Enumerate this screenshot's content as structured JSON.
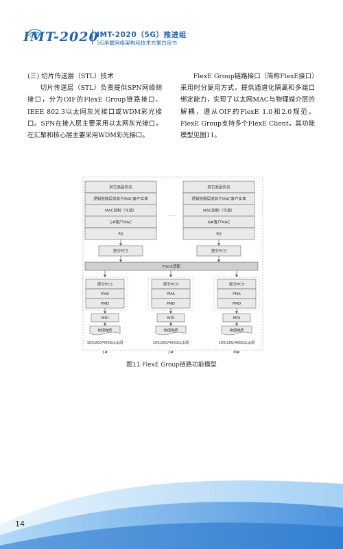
{
  "header": {
    "logo_text": "IMT-2020",
    "title": "IMT-2020（5G）推进组",
    "subtitle": "5G承载网络架构和技术方案白皮书"
  },
  "content": {
    "left_heading": "(三) 切片传送层（STL）技术",
    "left_paragraph": "切片传送层（STL）负责提供SPN网络侧接口，分为OIF的FlexE Group链路接口、IEEE 802.3以太网灰光接口或WDM彩光接口。SPN在接入层主要采用以太网灰光接口，在汇聚和核心层主要采用WDM彩光接口。",
    "right_paragraph": "FlexE Group链路接口（简称FlexE接口）采用时分复用方式，提供通道化隔离和多端口绑定能力，实现了以太网MAC与物理媒介层的解耦，遵从OIF的FlexE 1.0和2.0规范。FlexE Group支持多个FlexE Client，其功能模型见图11。"
  },
  "figure": {
    "client_stacks": [
      {
        "layers": [
          "其它高层协议",
          "逻辑链路层或其它MAC客户实体",
          "MAC控制（可选）",
          "1#客户MAC",
          "RS"
        ],
        "pcs": "部分PCS"
      },
      {
        "layers": [
          "其它高层协议",
          "逻辑链路层或其它MAC客户实体",
          "MAC控制（可选）",
          "N#客户MAC",
          "RS"
        ],
        "pcs": "部分PCS"
      }
    ],
    "ellipsis": "……",
    "shim_label": "FlexE适配",
    "phy_stacks": [
      {
        "layers": [
          "部分PCS",
          "PMA",
          "PMD"
        ],
        "mdi": "MDI",
        "medium": "物理媒质",
        "caption": "100/200/400G以太网",
        "index": "1#"
      },
      {
        "layers": [
          "部分PCS",
          "PMA",
          "PMD"
        ],
        "mdi": "MDI",
        "medium": "物理媒质",
        "caption": "100/200/400G以太网",
        "index": "2#"
      },
      {
        "layers": [
          "部分PCS",
          "PMA",
          "PMD"
        ],
        "mdi": "MDI",
        "medium": "物理媒质",
        "caption": "100/200/400G以太网",
        "index": "M#"
      }
    ],
    "caption": "图11  FlexE Group链路功能模型"
  },
  "footer": {
    "page_number": "14"
  },
  "colors": {
    "brand": "#1e63b8",
    "box_fill": "#e9e9e9",
    "shim_fill": "#cfcfcf"
  }
}
